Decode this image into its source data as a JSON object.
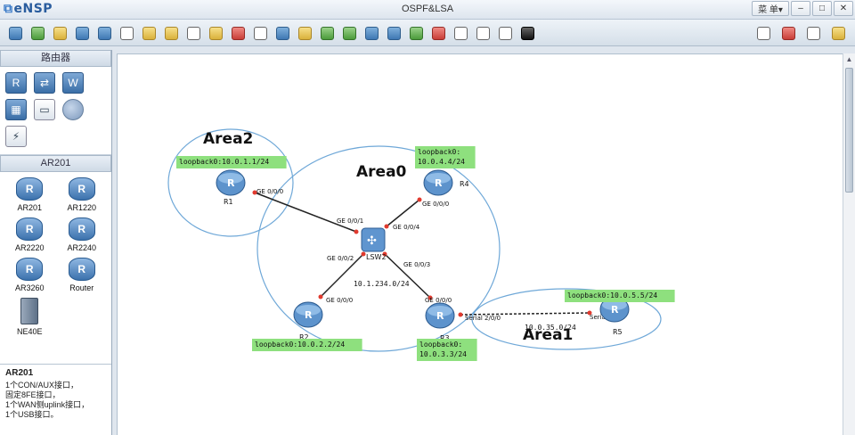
{
  "app": {
    "name": "eNSP",
    "window_title": "OSPF&LSA",
    "menu_label": "菜 单▾"
  },
  "window_controls": [
    {
      "name": "minimize-button",
      "glyph": "–"
    },
    {
      "name": "maximize-button",
      "glyph": "□"
    },
    {
      "name": "close-button",
      "glyph": "✕"
    }
  ],
  "toolbar": {
    "tools": [
      {
        "name": "new-topology",
        "style": "b"
      },
      {
        "name": "new-from-template",
        "style": "g"
      },
      {
        "name": "open",
        "style": "y"
      },
      {
        "name": "save",
        "style": "b"
      },
      {
        "name": "save-as",
        "style": "b"
      },
      {
        "name": "print",
        "style": "w"
      },
      {
        "name": "undo",
        "style": "y"
      },
      {
        "name": "redo",
        "style": "y"
      },
      {
        "name": "select",
        "style": "w"
      },
      {
        "name": "pan",
        "style": "y"
      },
      {
        "name": "delete",
        "style": "r"
      },
      {
        "name": "delete-links",
        "style": "w"
      },
      {
        "name": "add-note",
        "style": "b"
      },
      {
        "name": "add-text",
        "style": "y"
      },
      {
        "name": "zoom-in",
        "style": "g"
      },
      {
        "name": "zoom-out",
        "style": "g"
      },
      {
        "name": "fit",
        "style": "b"
      },
      {
        "name": "show-labels",
        "style": "b"
      },
      {
        "name": "start-device",
        "style": "g"
      },
      {
        "name": "stop-device",
        "style": "r"
      },
      {
        "name": "capture",
        "style": "w"
      },
      {
        "name": "topology",
        "style": "w"
      },
      {
        "name": "grid",
        "style": "w"
      },
      {
        "name": "console",
        "style": "k"
      }
    ],
    "right_tools": [
      {
        "name": "chat-icon",
        "style": "w"
      },
      {
        "name": "huawei-icon",
        "style": "r"
      },
      {
        "name": "settings-icon",
        "style": "w"
      },
      {
        "name": "help-icon",
        "style": "y"
      }
    ]
  },
  "left_panel": {
    "category_header": "路由器",
    "categories": [
      "router-category",
      "switch-category",
      "wlan-category",
      "firewall-category",
      "pc-category",
      "cloud-category",
      "cable-category"
    ],
    "device_header": "AR201",
    "devices": [
      {
        "id": "AR201",
        "label": "AR201"
      },
      {
        "id": "AR1220",
        "label": "AR1220"
      },
      {
        "id": "AR2220",
        "label": "AR2220"
      },
      {
        "id": "AR2240",
        "label": "AR2240"
      },
      {
        "id": "AR3260",
        "label": "AR3260"
      },
      {
        "id": "Router",
        "label": "Router"
      },
      {
        "id": "NE40E",
        "label": "NE40E"
      }
    ],
    "description": {
      "title": "AR201",
      "lines": [
        "1个CON/AUX接口，",
        "固定8FE接口，",
        "1个WAN侧uplink接口，",
        "1个USB接口。"
      ]
    }
  },
  "topology": {
    "areas": [
      {
        "name": "Area2",
        "label": "Area2"
      },
      {
        "name": "Area0",
        "label": "Area0"
      },
      {
        "name": "Area1",
        "label": "Area1"
      }
    ],
    "devices": [
      {
        "id": "R1",
        "label": "R1",
        "type": "router"
      },
      {
        "id": "R2",
        "label": "R2",
        "type": "router"
      },
      {
        "id": "R3",
        "label": "R3",
        "type": "router"
      },
      {
        "id": "R4",
        "label": "R4",
        "type": "router"
      },
      {
        "id": "R5",
        "label": "R5",
        "type": "router"
      },
      {
        "id": "LSW2",
        "label": "LSW2",
        "type": "switch"
      }
    ],
    "links": [
      {
        "from": "R1",
        "to": "LSW2",
        "from_if": "GE 0/0/0",
        "to_if": "GE 0/0/1",
        "style": "solid"
      },
      {
        "from": "R4",
        "to": "LSW2",
        "from_if": "GE 0/0/0",
        "to_if": "GE 0/0/4",
        "style": "solid"
      },
      {
        "from": "R2",
        "to": "LSW2",
        "from_if": "GE 0/0/0",
        "to_if": "GE 0/0/2",
        "style": "solid"
      },
      {
        "from": "R3",
        "to": "LSW2",
        "from_if": "GE 0/0/0",
        "to_if": "GE 0/0/3",
        "style": "solid"
      },
      {
        "from": "R3",
        "to": "R5",
        "from_if": "Serial 2/0/0",
        "to_if": "Serial 2/0/0",
        "style": "dashed"
      }
    ],
    "labels": [
      {
        "name": "loopback-r1",
        "lines": [
          "loopback0:10.0.1.1/24"
        ]
      },
      {
        "name": "loopback-r4",
        "lines": [
          "loopback0:",
          "10.0.4.4/24"
        ]
      },
      {
        "name": "loopback-r2",
        "lines": [
          "loopback0:10.0.2.2/24"
        ]
      },
      {
        "name": "loopback-r3",
        "lines": [
          "loopback0:",
          "10.0.3.3/24"
        ]
      },
      {
        "name": "loopback-r5",
        "lines": [
          "loopback0:10.0.5.5/24"
        ]
      },
      {
        "name": "subnet-area0",
        "lines": [
          "10.1.234.0/24"
        ]
      },
      {
        "name": "subnet-area1",
        "lines": [
          "10.0.35.0/24"
        ]
      }
    ]
  },
  "colors": {
    "area_ring": "#6fa8d8",
    "loopback_bg": "#8ee07e",
    "link": "#222222",
    "port_dot": "#e03a2e"
  }
}
